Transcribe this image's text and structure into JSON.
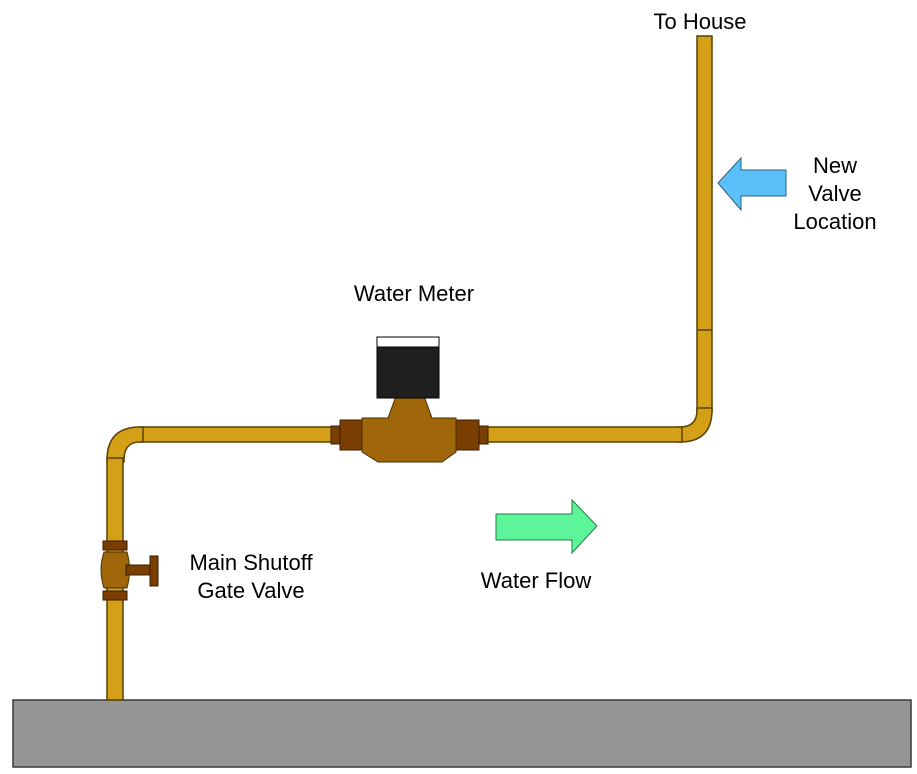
{
  "labels": {
    "to_house": "To House",
    "new_valve_line1": "New",
    "new_valve_line2": "Valve",
    "new_valve_line3": "Location",
    "water_meter": "Water Meter",
    "main_shutoff_line1": "Main Shutoff",
    "main_shutoff_line2": "Gate Valve",
    "water_flow": "Water Flow"
  },
  "colors": {
    "pipe": "#D4A017",
    "brass_fitting": "#A0670A",
    "dark_fitting": "#7A3E00",
    "meter_dial": "#1f1f1f",
    "ground": "#969696",
    "new_valve_arrow": "#5BC0F8",
    "flow_arrow": "#5CF59A"
  },
  "icons": {
    "new_valve_arrow": "arrow-left-icon",
    "flow_arrow": "arrow-right-icon"
  }
}
